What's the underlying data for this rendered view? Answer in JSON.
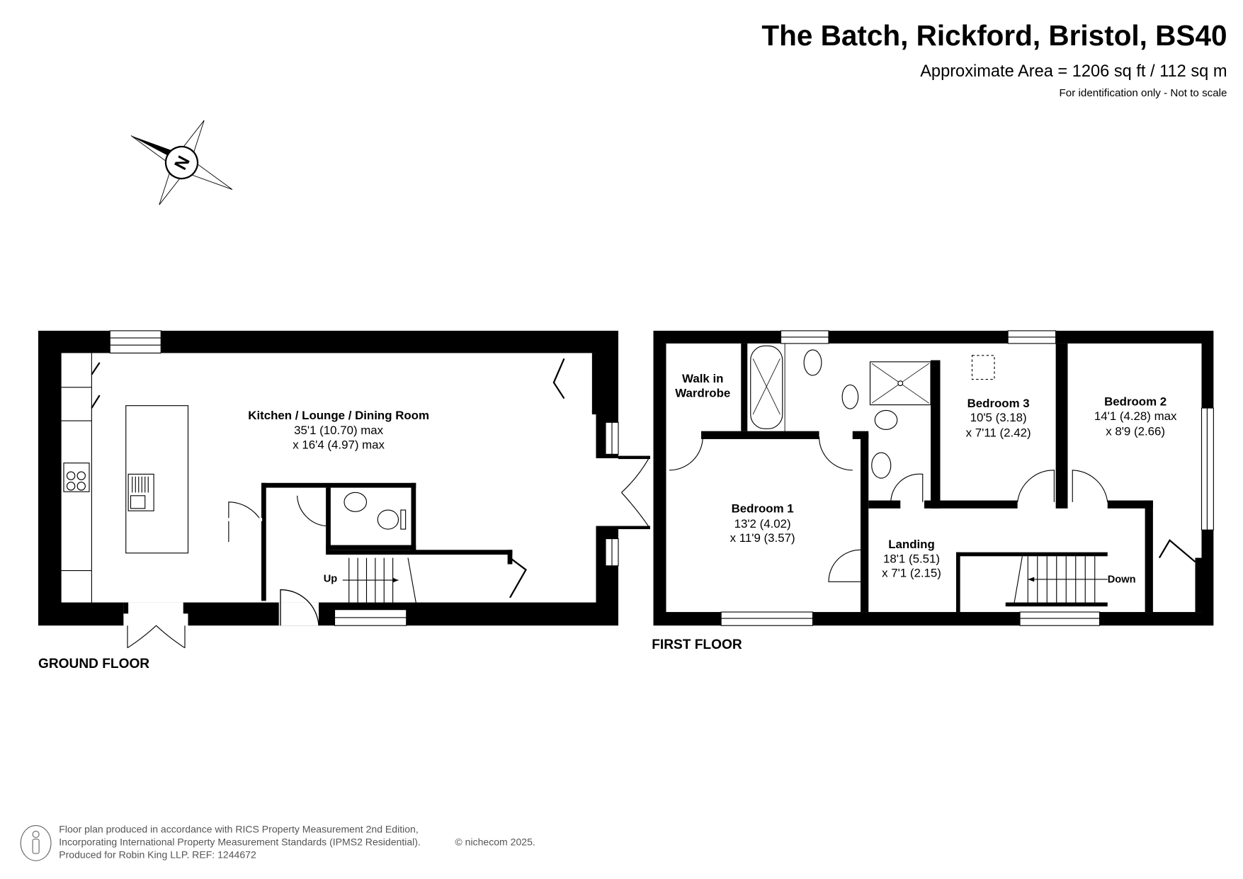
{
  "header": {
    "title": "The Batch, Rickford, Bristol, BS40",
    "area": "Approximate Area = 1206 sq ft / 112 sq m",
    "disclaimer": "For identification only - Not to scale"
  },
  "compass": {
    "label": "N"
  },
  "ground_floor": {
    "label": "GROUND FLOOR",
    "rooms": [
      {
        "name": "Kitchen / Lounge / Dining Room",
        "dim1": "35'1 (10.70) max",
        "dim2": "x 16'4 (4.97) max"
      }
    ],
    "stairs_label": "Up"
  },
  "first_floor": {
    "label": "FIRST FLOOR",
    "rooms": [
      {
        "name": "Walk in",
        "name2": "Wardrobe"
      },
      {
        "name": "Bedroom 1",
        "dim1": "13'2 (4.02)",
        "dim2": "x 11'9 (3.57)"
      },
      {
        "name": "Bedroom 3",
        "dim1": "10'5 (3.18)",
        "dim2": "x 7'11 (2.42)"
      },
      {
        "name": "Bedroom 2",
        "dim1": "14'1 (4.28) max",
        "dim2": "x 8'9 (2.66)"
      },
      {
        "name": "Landing",
        "dim1": "18'1 (5.51)",
        "dim2": "x 7'1 (2.15)"
      }
    ],
    "stairs_label": "Down"
  },
  "footer": {
    "line1": "Floor plan produced in accordance with RICS Property Measurement 2nd Edition,",
    "line2": "Incorporating International Property Measurement Standards (IPMS2 Residential).",
    "copyright": "© nichecom 2025.",
    "line3": "Produced for Robin King LLP.   REF:  1244672"
  }
}
